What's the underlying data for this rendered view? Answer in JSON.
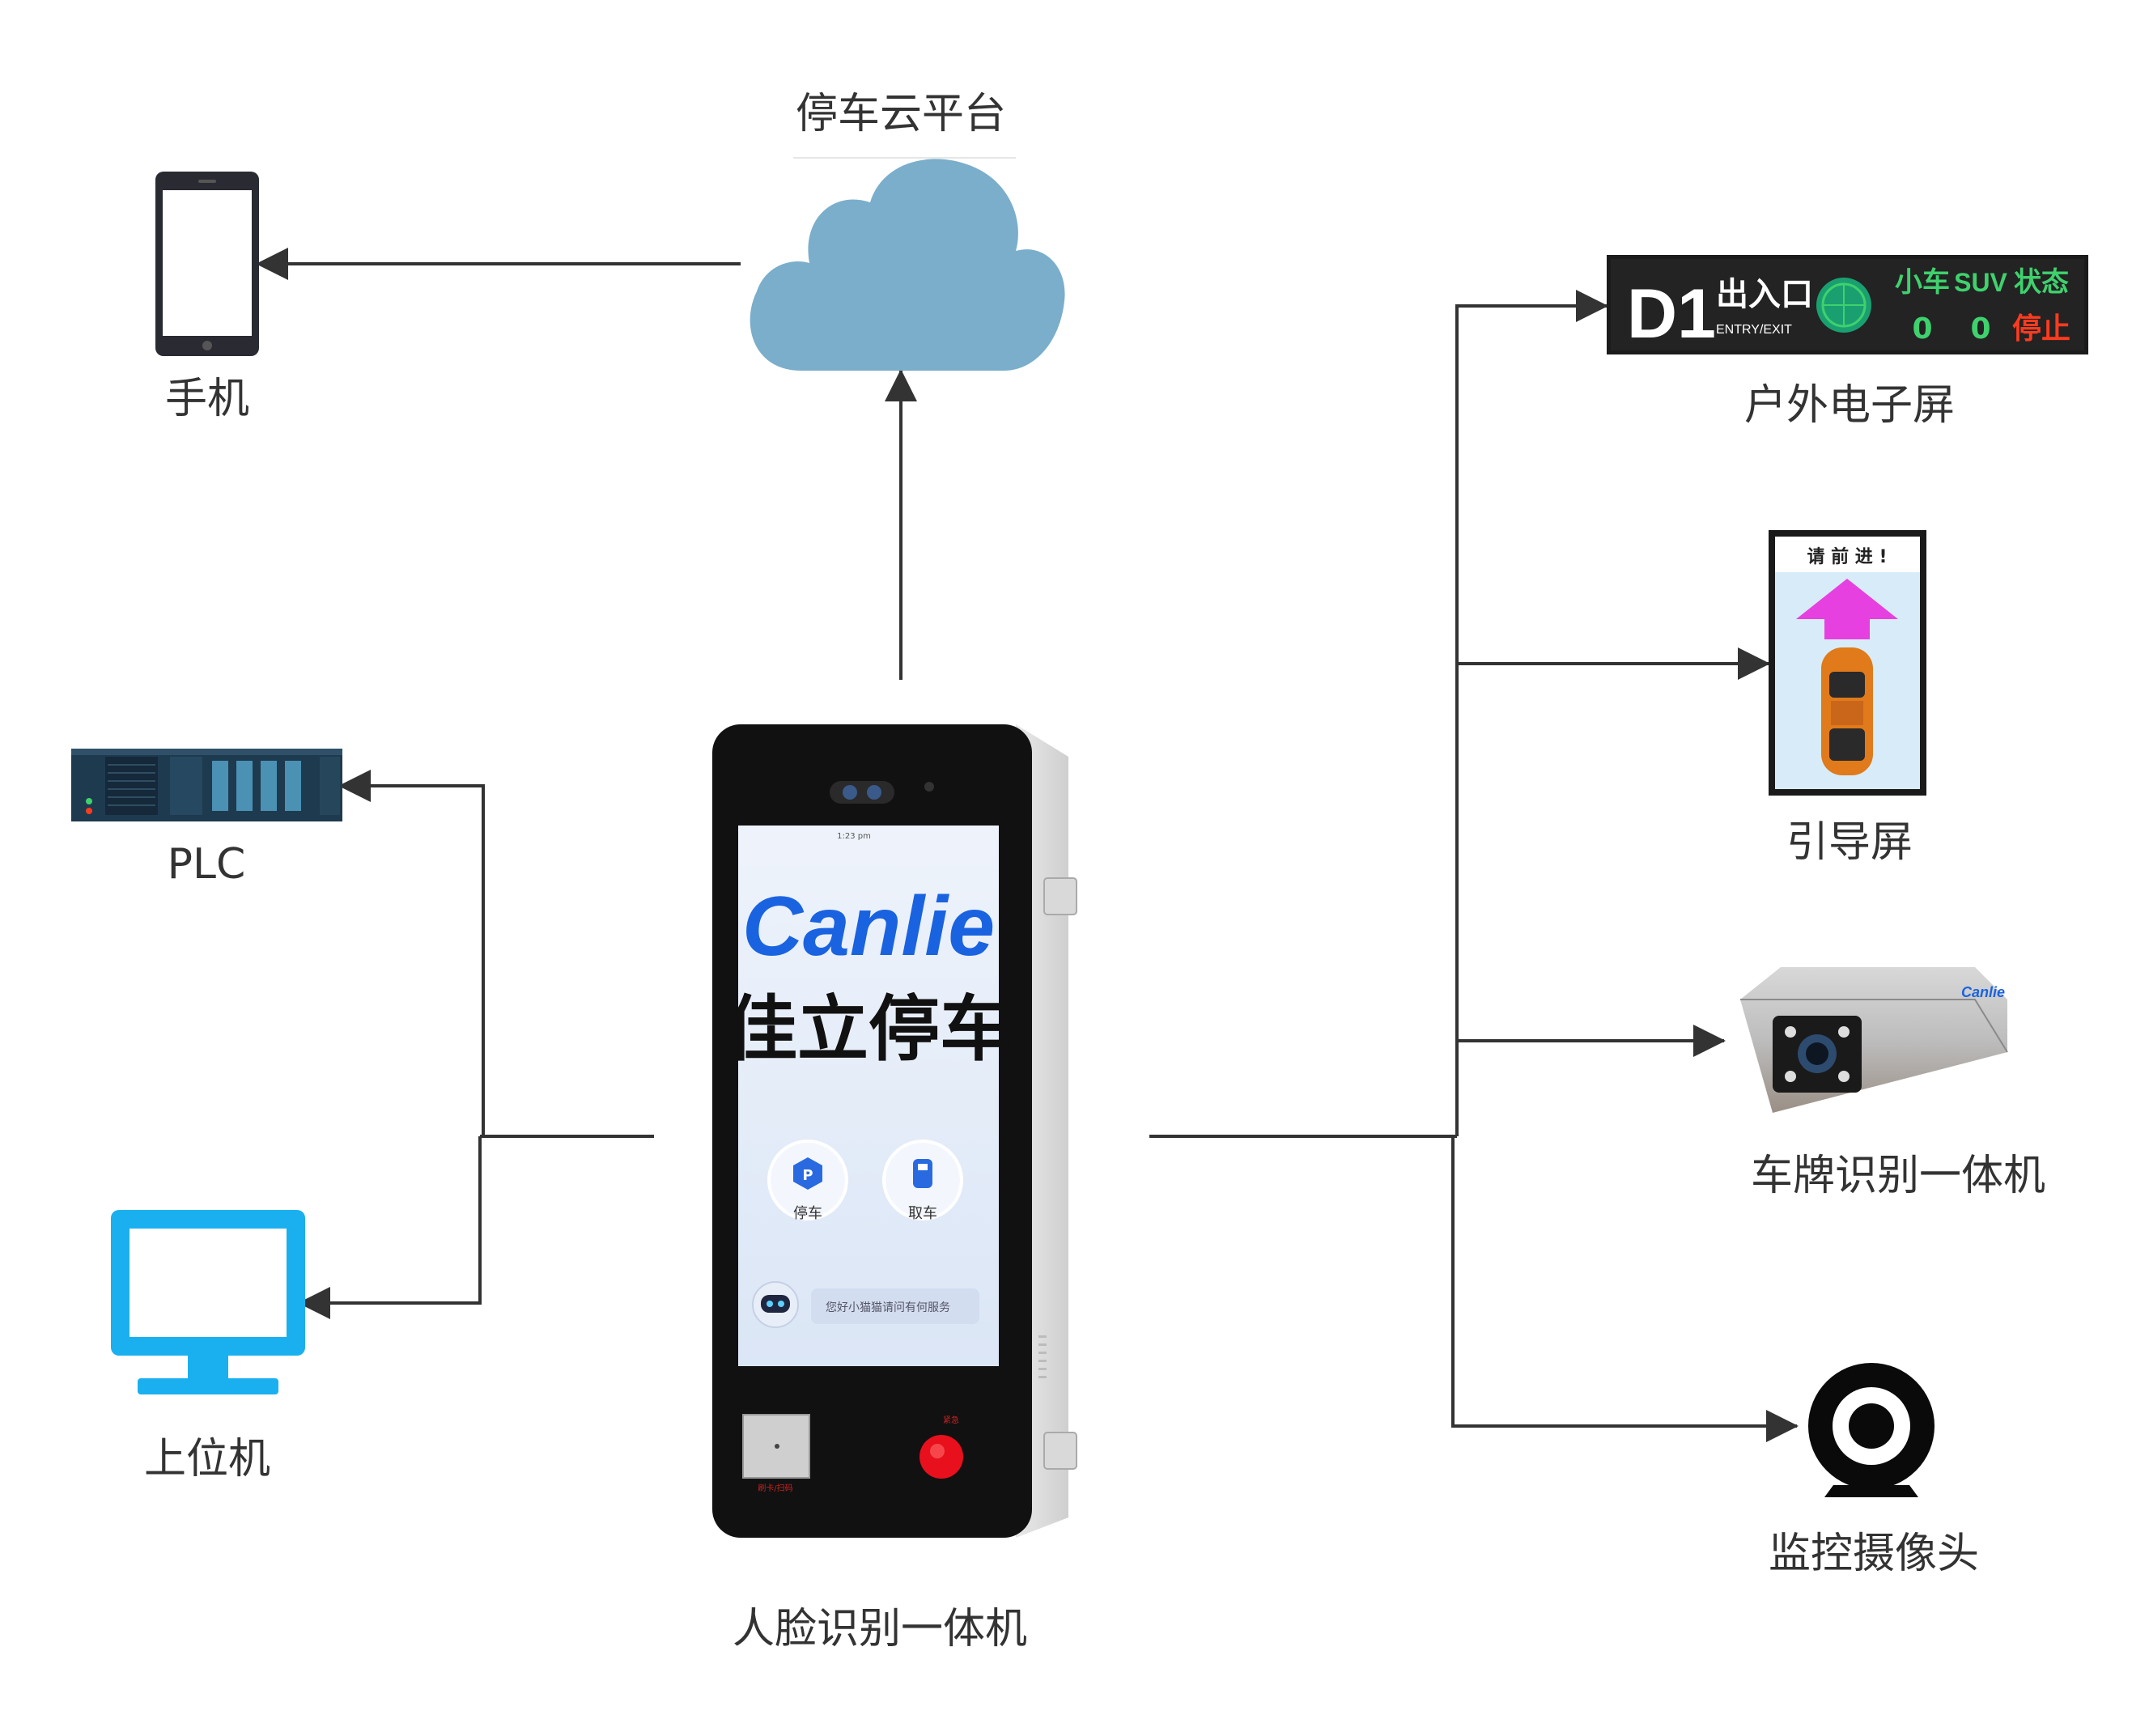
{
  "cloud": {
    "label": "停车云平台"
  },
  "phone": {
    "label": "手机"
  },
  "plc": {
    "label": "PLC"
  },
  "host": {
    "label": "上位机"
  },
  "kiosk": {
    "label": "人脸识别一体机",
    "brand": "Canlie",
    "title": "佳立停车",
    "park_label": "停车",
    "pick_label": "取车",
    "status_time": "1:23 pm",
    "bot_hint": "您好小猫猫请问有何服务",
    "scanner_label": "刷卡/扫码",
    "emergency_label": "紧急"
  },
  "outdoor_screen": {
    "label": "户外电子屏",
    "code": "D1",
    "entry_cn": "出入口",
    "entry_en": "ENTRY/EXIT",
    "col_small": "小车",
    "col_suv": "SUV",
    "col_state": "状态",
    "val_small": "0",
    "val_suv": "0",
    "val_state": "停止"
  },
  "guide_screen": {
    "label": "引导屏",
    "text": "请 前 进 !"
  },
  "lpr_camera": {
    "label": "车牌识别一体机",
    "brand": "Canlie"
  },
  "monitor_camera": {
    "label": "监控摄像头"
  },
  "colors": {
    "cloud": "#7aaecb",
    "arrow": "#333333",
    "host_monitor": "#1ab0ef",
    "led_green": "#3fd16d",
    "led_red": "#ff3b1f",
    "brand_blue": "#1a63e0",
    "guide_arrow": "#e640e0",
    "emergency_red": "#e8101c"
  },
  "icons": [
    "phone-icon",
    "plc-rack-icon",
    "monitor-icon",
    "cloud-icon",
    "camera-icon",
    "webcam-icon",
    "led-screen",
    "guide-screen",
    "kiosk-device"
  ]
}
